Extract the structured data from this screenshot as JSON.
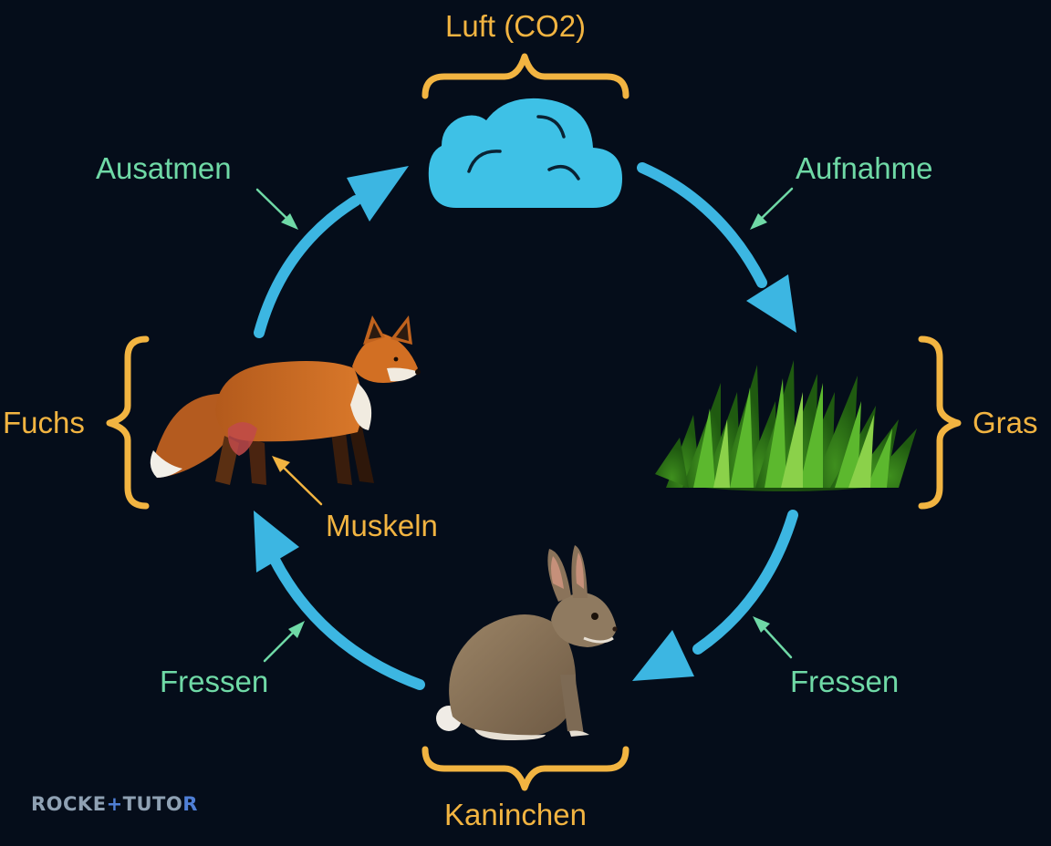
{
  "diagram": {
    "nodes": {
      "luft": {
        "label": "Luft (CO2)",
        "icon": "cloud-icon"
      },
      "gras": {
        "label": "Gras",
        "icon": "grass-icon"
      },
      "kaninchen": {
        "label": "Kaninchen",
        "icon": "rabbit-icon"
      },
      "fuchs": {
        "label": "Fuchs",
        "icon": "fox-icon"
      }
    },
    "edges": [
      {
        "from": "luft",
        "to": "gras",
        "label": "Aufnahme"
      },
      {
        "from": "gras",
        "to": "kaninchen",
        "label": "Fressen"
      },
      {
        "from": "kaninchen",
        "to": "fuchs",
        "label": "Fressen"
      },
      {
        "from": "fuchs",
        "to": "luft",
        "label": "Ausatmen"
      }
    ],
    "annotation": {
      "label": "Muskeln",
      "target": "fuchs"
    }
  },
  "logo": {
    "part1": "ROCKE",
    "part2": "+",
    "part3": "TUTO",
    "part4": "R"
  },
  "colors": {
    "background": "#050d1a",
    "cycle_arrow": "#3cb6e2",
    "bracket": "#f2b441",
    "node_label": "#f2b441",
    "edge_label": "#6fd9a6",
    "pointer": "#6fd9a6"
  }
}
